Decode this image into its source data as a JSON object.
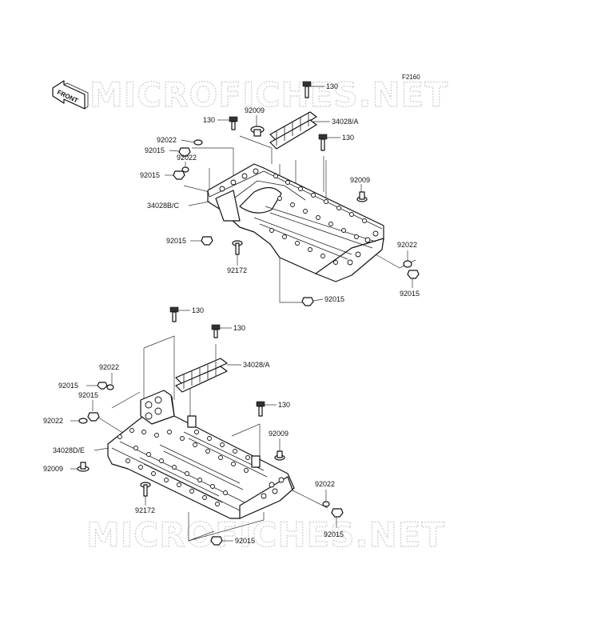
{
  "diagram_code": "F2160",
  "direction_label": "FRONT",
  "watermarks": [
    "MICROFICHES.NET",
    "MICROFICHES.NET"
  ],
  "top_assembly": {
    "labels": {
      "bolt_130_a": "130",
      "bolt_130_b": "130",
      "bolt_130_c": "130",
      "grommet_92009_a": "92009",
      "grommet_92009_b": "92009",
      "footrest_34028_a": "34028/A",
      "plate_34028_bc": "34028B/C",
      "washer_92022_a": "92022",
      "washer_92022_b": "92022",
      "washer_92022_c": "92022",
      "nut_92015_a": "92015",
      "nut_92015_b": "92015",
      "nut_92015_c": "92015",
      "nut_92015_d": "92015",
      "nut_92015_e": "92015",
      "bolt_92172": "92172"
    }
  },
  "bottom_assembly": {
    "labels": {
      "bolt_130_a": "130",
      "bolt_130_b": "130",
      "bolt_130_c": "130",
      "footrest_34028_a": "34028/A",
      "plate_34028_de": "34028D/E",
      "washer_92022_a": "92022",
      "washer_92022_b": "92022",
      "washer_92022_c": "92022",
      "nut_92015_a": "92015",
      "nut_92015_b": "92015",
      "nut_92015_c": "92015",
      "nut_92015_d": "92015",
      "grommet_92009_a": "92009",
      "grommet_92009_b": "92009",
      "bolt_92172": "92172"
    }
  }
}
